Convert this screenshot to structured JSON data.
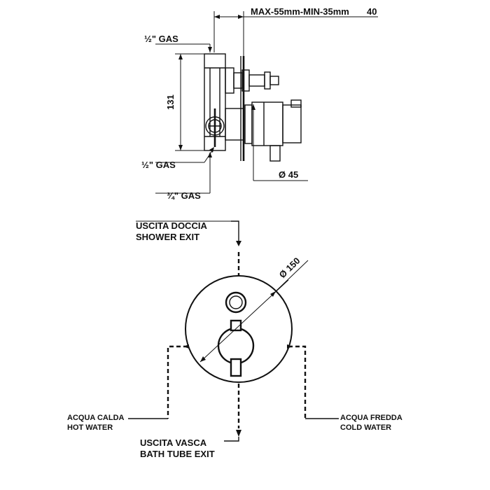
{
  "side_view": {
    "depth_dimension": "MAX-55mm-MIN-35mm",
    "plate_dimension": "40",
    "height_dimension": "131",
    "top_connection": "½\" GAS",
    "bottom_connection": "½\" GAS",
    "lower_connection": "¾\" GAS",
    "handle_diameter": "Ø  45"
  },
  "front_view": {
    "plate_diameter": "Ø  150",
    "top_exit": {
      "line1": "USCITA DOCCIA",
      "line2": "SHOWER EXIT"
    },
    "bottom_exit": {
      "line1": "USCITA VASCA",
      "line2": "BATH TUBE EXIT"
    },
    "left_inlet": {
      "line1": "ACQUA CALDA",
      "line2": "HOT WATER"
    },
    "right_inlet": {
      "line1": "ACQUA FREDDA",
      "line2": "COLD WATER"
    }
  }
}
